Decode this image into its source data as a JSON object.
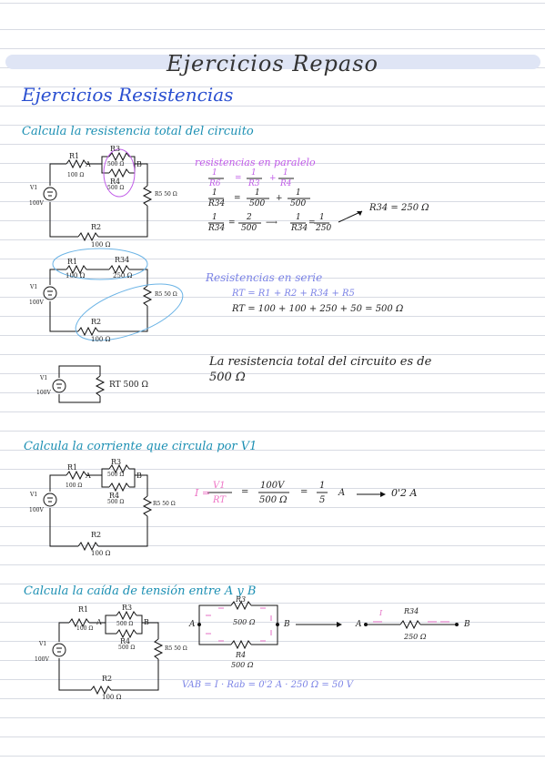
{
  "page": {
    "title": "Ejercicios Repaso",
    "section_title": "Ejercicios Resistencias"
  },
  "q1": {
    "prompt": "Calcula la resistencia total del circuito",
    "parallel_title": "resistencias en paralelo",
    "eq1_lhs_num": "1",
    "eq1_lhs_den": "R6",
    "eq1_a_num": "1",
    "eq1_a_den": "R3",
    "eq1_b_num": "1",
    "eq1_b_den": "R4",
    "eq2_lhs_num": "1",
    "eq2_lhs_den": "R34",
    "eq2_a_num": "1",
    "eq2_a_den": "500",
    "eq2_b_num": "1",
    "eq2_b_den": "500",
    "eq3_lhs_num": "1",
    "eq3_lhs_den": "R34",
    "eq3_a_num": "2",
    "eq3_a_den": "500",
    "eq3_b_num": "1",
    "eq3_b_den": "R34",
    "eq3_c_num": "1",
    "eq3_c_den": "250",
    "result_r34": "R34 = 250 Ω",
    "series_title": "Resistencias en serie",
    "series_formula": "RT = R1 + R2 + R34 + R5",
    "series_values": "RT = 100 + 100 + 250 + 50 = 500 Ω",
    "conclusion_line1": "La resistencia total del circuito es de",
    "conclusion_line2": "500 Ω",
    "rt_label": "RT 500 Ω"
  },
  "q2": {
    "prompt": "Calcula la corriente que circula por V1",
    "formula": "I = V1 / RT = 100V / 500 Ω = 1/5 A ⟶ 0'2 A",
    "i_lhs": "I =",
    "v1": "V1",
    "rt": "RT",
    "num": "100V",
    "den": "500 Ω",
    "frac_num": "1",
    "frac_den": "5",
    "unit_a": "A",
    "result": "0'2 A"
  },
  "q3": {
    "prompt": "Calcula la caída de tensión entre A y B",
    "r3_label": "R3",
    "r3_value": "500 Ω",
    "r4_label": "R4",
    "r4_value": "500 Ω",
    "r34_label": "R34",
    "r34_value": "250 Ω",
    "node_a": "A",
    "node_b": "B",
    "current_label": "I",
    "vab": "VAB = I · Rab = 0'2 A · 250 Ω = 50 V"
  },
  "circuit": {
    "r1": "R1",
    "r1_value": "100 Ω",
    "r2": "R2",
    "r2_value": "100 Ω",
    "r3": "R3",
    "r3_value": "500 Ω",
    "r4": "R4",
    "r4_value": "500 Ω",
    "r5_value": "R5 50 Ω",
    "r34": "R34",
    "r34_value": "250 Ω",
    "v1": "V1",
    "v1_value": "100V",
    "node_a": "A",
    "node_b": "B"
  }
}
